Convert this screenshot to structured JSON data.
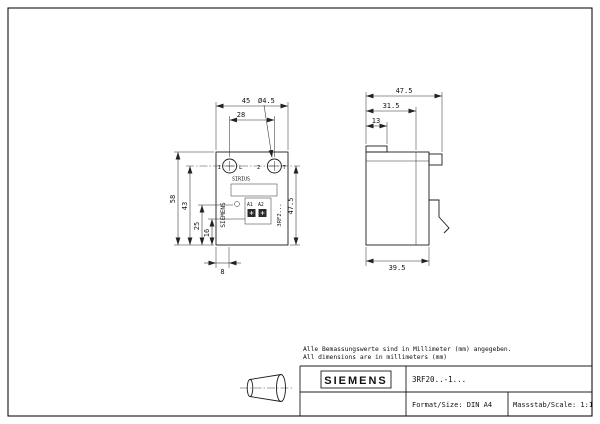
{
  "front_view": {
    "dim_width": "45",
    "dim_hole_spacing": "28",
    "dim_hole_diameter": "Ø4.5",
    "dim_height": "58",
    "dim_43": "43",
    "dim_25": "25",
    "dim_16": "16",
    "dim_8": "8",
    "dim_47_5": "47.5",
    "terminal_1": "1",
    "terminal_l": "L",
    "terminal_2": "2",
    "terminal_t": "T",
    "sirius_label": "SIRIUS",
    "a1_label": "A1",
    "a2_label": "A2",
    "siemens_vertical": "SIEMENS",
    "model_vertical": "3RF2..."
  },
  "side_view": {
    "dim_47_5": "47.5",
    "dim_31_5": "31.5",
    "dim_13": "13",
    "dim_39_5": "39.5"
  },
  "notes": {
    "line1": "Alle Bemassungswerte sind in Millimeter (mm) angegeben.",
    "line2": "All dimensions are in millimeters (mm)"
  },
  "title_block": {
    "brand": "SIEMENS",
    "part_number": "3RF20..-1...",
    "format": "Format/Size: DIN A4",
    "scale": "Massstab/Scale: 1:1"
  }
}
